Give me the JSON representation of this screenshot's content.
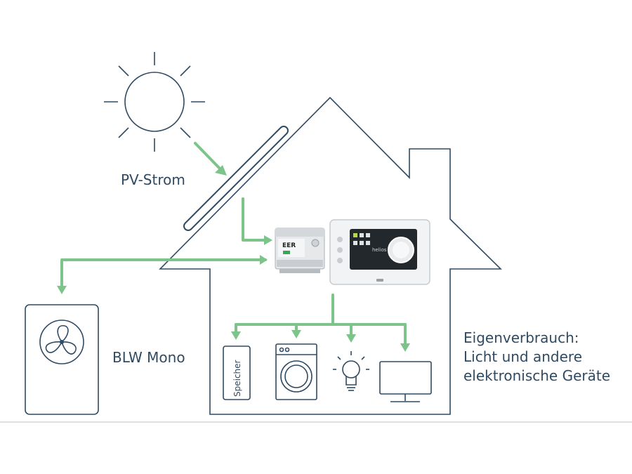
{
  "labels": {
    "pv": "PV-Strom",
    "blw": "BLW Mono",
    "eigen_line1": "Eigenverbrauch:",
    "eigen_line2": "Licht und andere",
    "eigen_line3": "elektronische Geräte",
    "speicher": "Speicher",
    "relay_text": "EER",
    "controller_brand": "helios"
  },
  "colors": {
    "outline": "#2f4a63",
    "flow_arrow": "#7cc489",
    "divider": "#b9c0c7"
  },
  "icons": [
    "sun-icon",
    "solar-panel-icon",
    "relay-module-icon",
    "controller-display-icon",
    "fan-icon",
    "battery-storage-icon",
    "washing-machine-icon",
    "light-bulb-icon",
    "tv-icon"
  ]
}
